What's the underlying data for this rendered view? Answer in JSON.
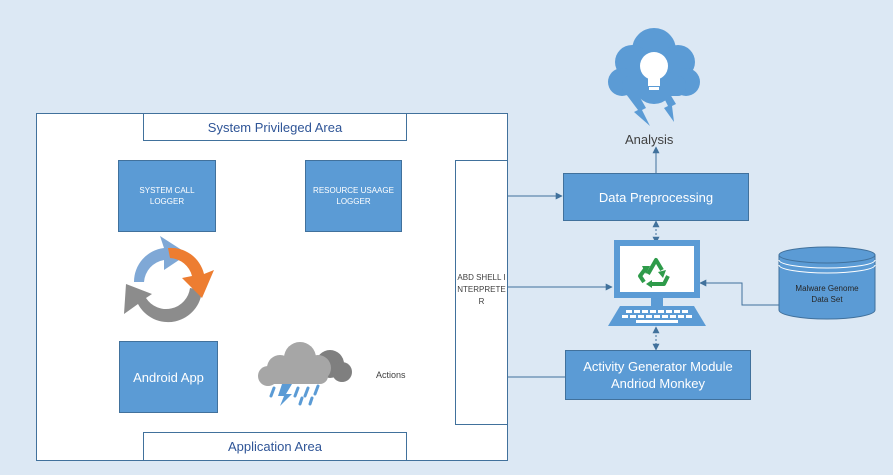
{
  "diagram": {
    "system_area": "System Privileged Area",
    "application_area": "Application Area",
    "syscall_logger": [
      "SYSTEM CALL",
      "LOGGER"
    ],
    "resource_logger": [
      "RESOURCE USAAGE",
      "LOGGER"
    ],
    "abd_shell": "ABD SHELL INTERPRETER",
    "android_app": "Android App",
    "actions": "Actions",
    "data_preprocessing": "Data Preprocessing",
    "activity_generator": [
      "Activity Generator Module",
      "Andriod Monkey"
    ],
    "analysis": "Analysis",
    "dataset": [
      "Malware Genome",
      "Data Set"
    ]
  },
  "colors": {
    "box_blue": "#5b9bd5",
    "border_blue": "#41719c",
    "background": "#dce8f4",
    "cycle_orange": "#ed7d31",
    "cycle_gray": "#8c8c8c",
    "recycle_green": "#2e9b4a"
  },
  "icons": [
    "cloud-lightbulb-icon",
    "cycle-arrows-icon",
    "storm-cloud-icon",
    "computer-recycle-icon",
    "database-icon"
  ]
}
